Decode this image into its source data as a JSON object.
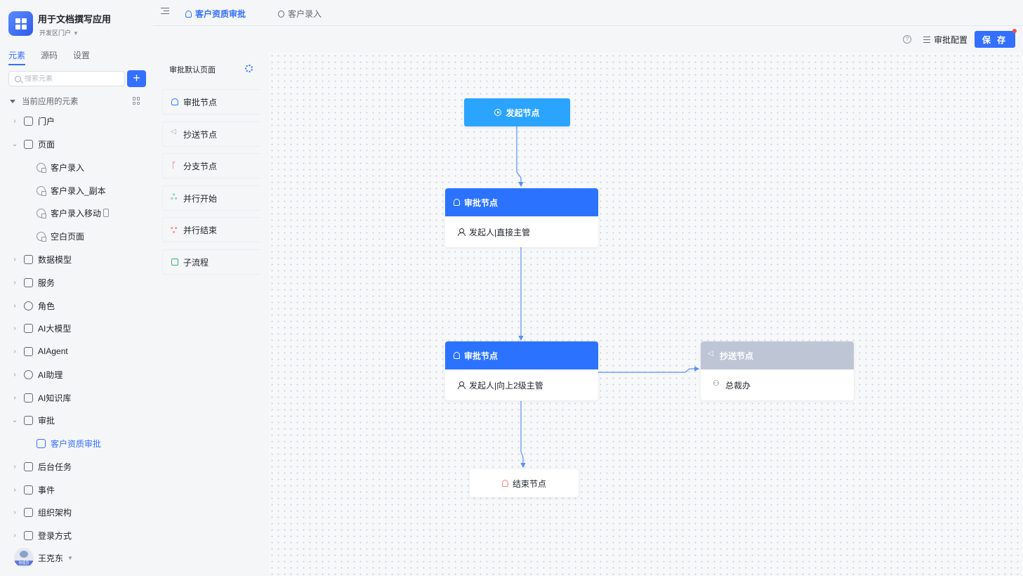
{
  "app": {
    "title": "用于文档撰写应用",
    "portal": "开发区门户"
  },
  "sidebar": {
    "tabs": [
      "元素",
      "源码",
      "设置"
    ],
    "active_tab": "元素",
    "search_placeholder": "搜索元素",
    "add_label": "+",
    "section_label": "当前应用的元素",
    "items": [
      {
        "label": "门户",
        "icon": "home-icon"
      },
      {
        "label": "页面",
        "icon": "page-icon",
        "expanded": true
      },
      {
        "label": "客户录入",
        "icon": "page-item-icon"
      },
      {
        "label": "客户录入_副本",
        "icon": "page-item-icon"
      },
      {
        "label": "客户录入移动",
        "icon": "page-item-icon"
      },
      {
        "label": "空白页面",
        "icon": "page-item-icon"
      },
      {
        "label": "数据模型",
        "icon": "table-icon"
      },
      {
        "label": "服务",
        "icon": "service-icon"
      },
      {
        "label": "角色",
        "icon": "role-icon"
      },
      {
        "label": "AI大模型",
        "icon": "ai-model-icon"
      },
      {
        "label": "AIAgent",
        "icon": "robot-icon"
      },
      {
        "label": "AI助理",
        "icon": "ai-assistant-icon"
      },
      {
        "label": "AI知识库",
        "icon": "book-icon"
      },
      {
        "label": "审批",
        "icon": "stamp-icon",
        "expanded": true
      },
      {
        "label": "客户资质审批",
        "icon": "stamp-icon",
        "selected": true
      },
      {
        "label": "后台任务",
        "icon": "task-icon"
      },
      {
        "label": "事件",
        "icon": "event-icon"
      },
      {
        "label": "组织架构",
        "icon": "org-icon"
      },
      {
        "label": "登录方式",
        "icon": "login-icon"
      }
    ]
  },
  "user": {
    "name": "王克东",
    "badge": "管理员"
  },
  "tabs": [
    {
      "label": "客户资质审批",
      "active": true
    },
    {
      "label": "客户录入",
      "active": false
    }
  ],
  "toolbar": {
    "help": "?",
    "config_label": "审批配置",
    "save_label": "保 存"
  },
  "palette": {
    "title": "审批默认页面",
    "items": [
      "审批节点",
      "抄送节点",
      "分支节点",
      "并行开始",
      "并行结束",
      "子流程"
    ]
  },
  "flow": {
    "start_label": "发起节点",
    "approval_1": {
      "title": "审批节点",
      "assignee": "发起人|直接主管"
    },
    "approval_2": {
      "title": "审批节点",
      "assignee": "发起人|向上2级主管"
    },
    "cc_node": {
      "title": "抄送节点",
      "recipient": "总裁办"
    },
    "end_label": "结束节点"
  },
  "colors": {
    "primary": "#3370ff",
    "start_node": "#2ba4ff",
    "approval_head": "#2b73ff",
    "cc_head": "#bec6d6",
    "link": "#5b8ff9"
  }
}
